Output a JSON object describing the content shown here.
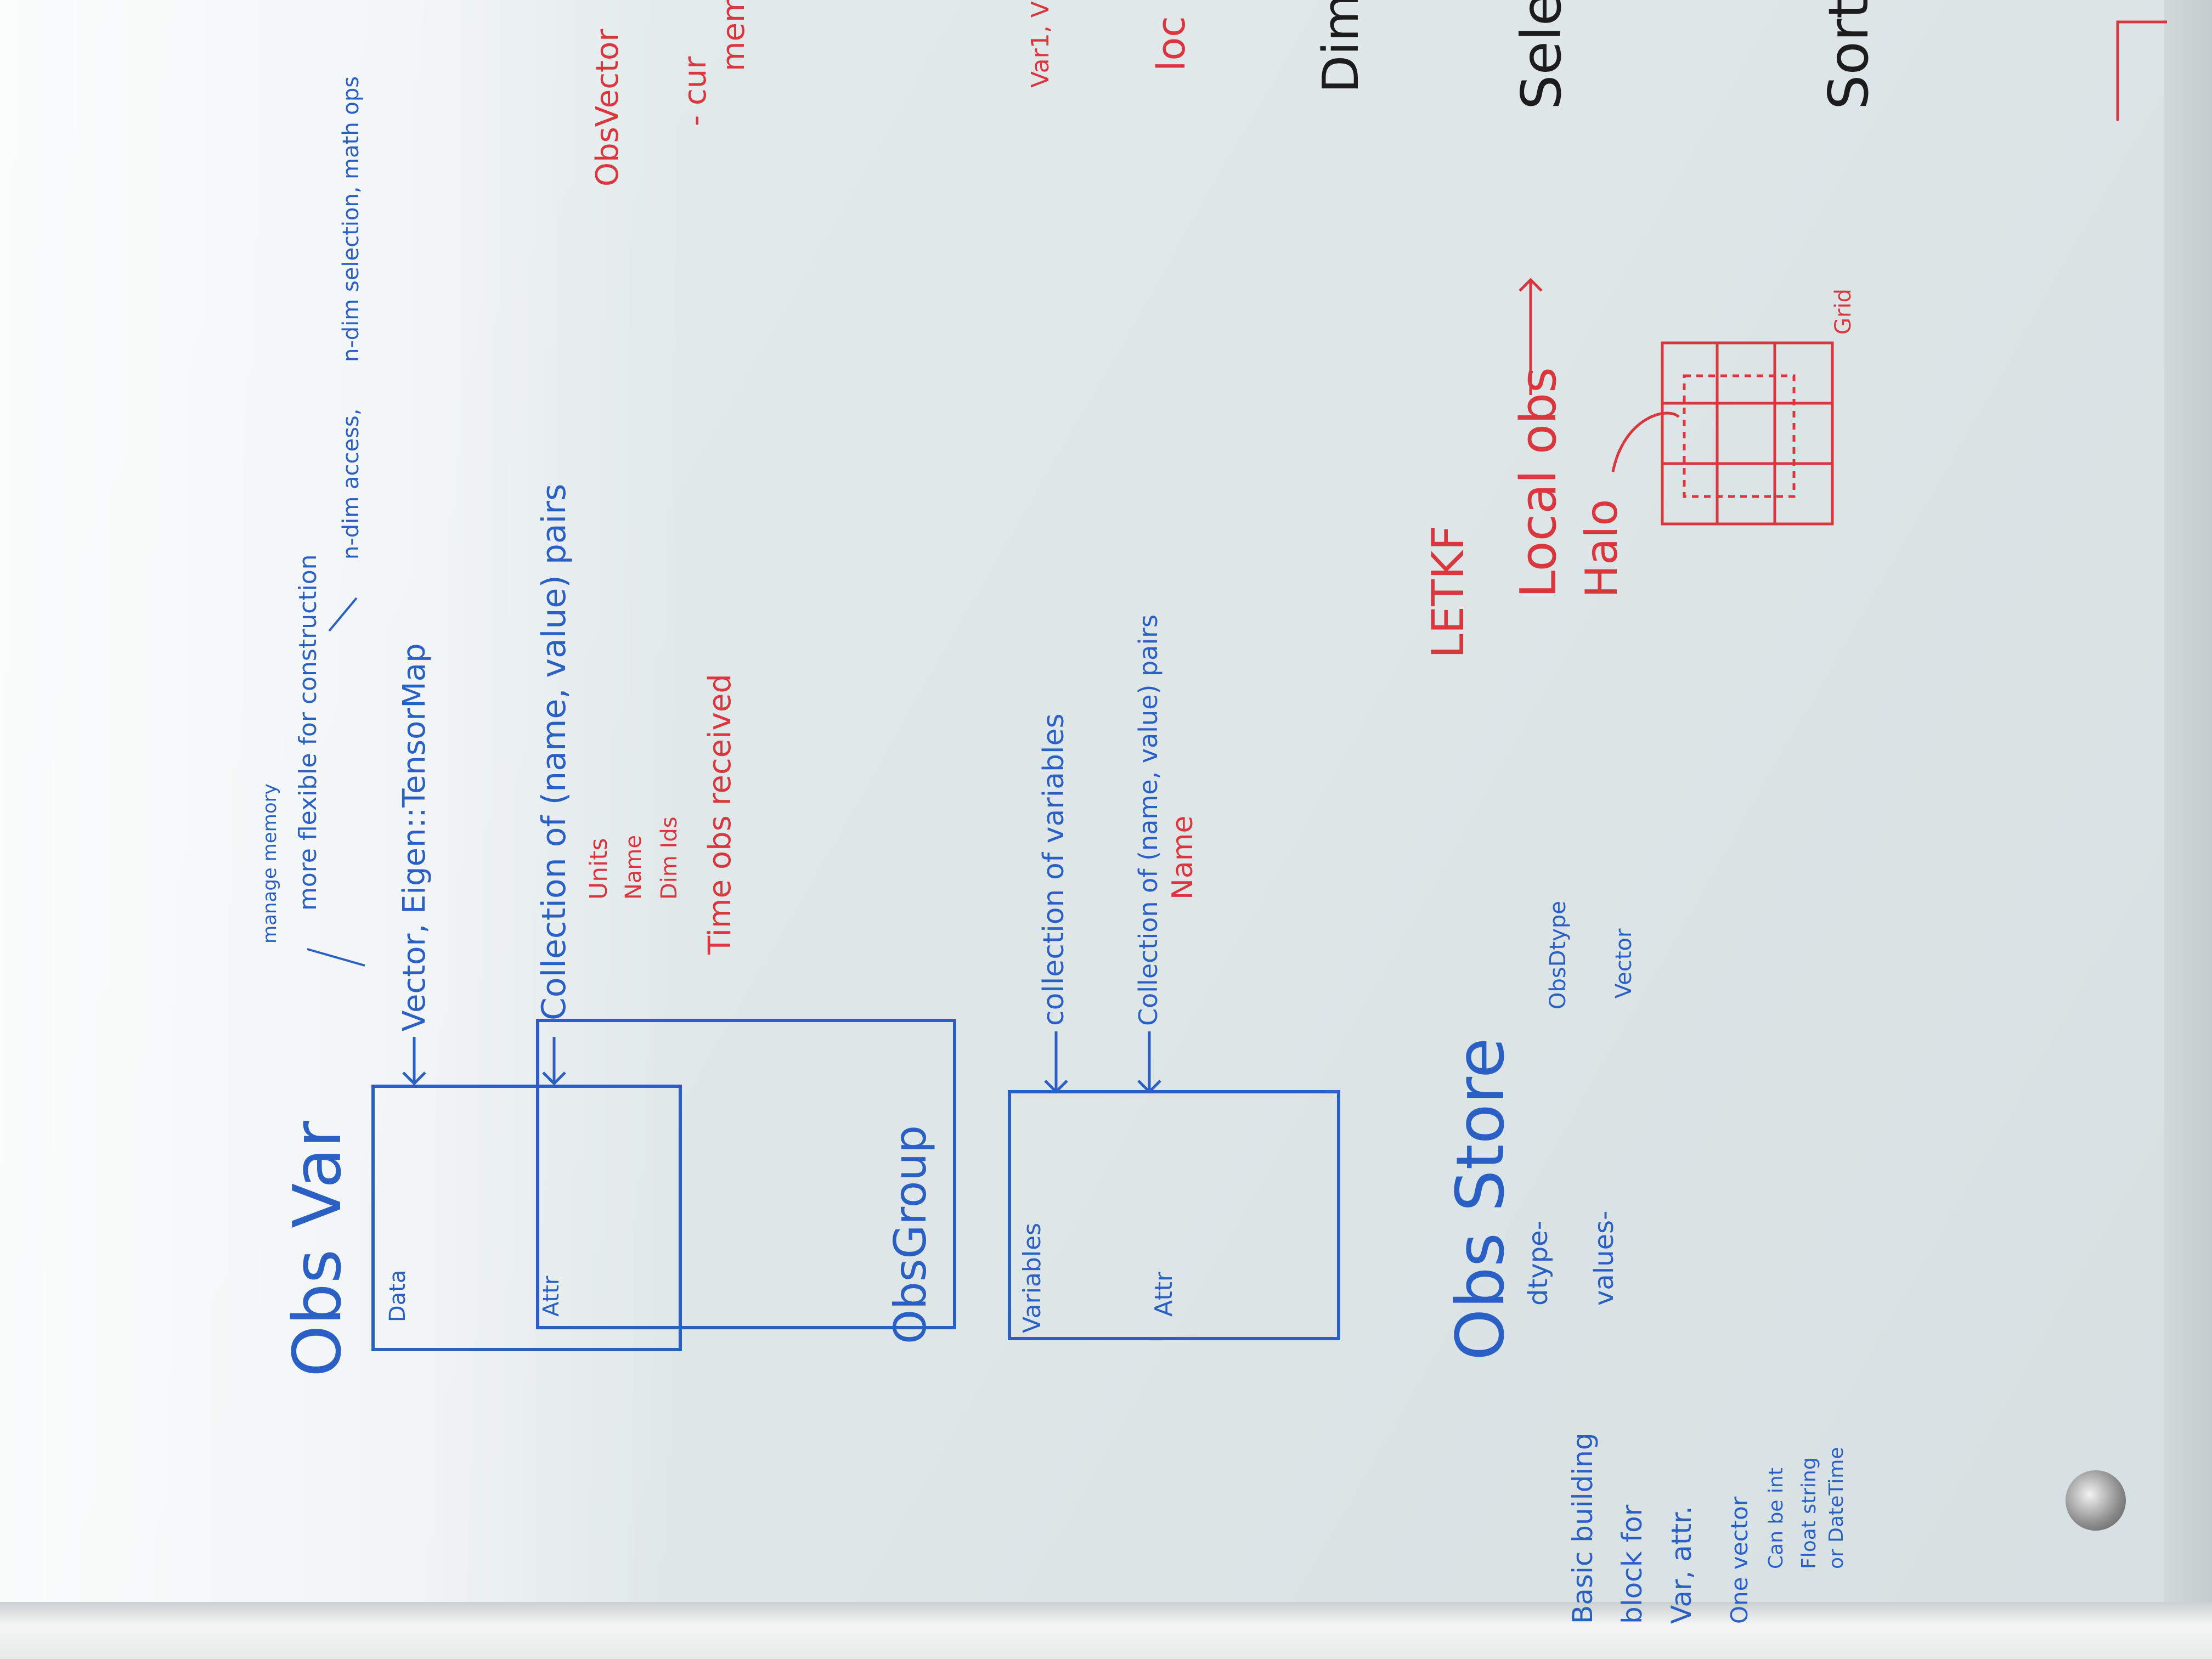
{
  "obsvar": {
    "title": "Obs Var",
    "field_data": "Data",
    "field_attr": "Attr",
    "data_desc": "Vector, Eigen::TensorMap",
    "note_manage": "manage memory",
    "note_more_flexible": "more flexible for construction",
    "note_ndim_access": "n-dim access,",
    "note_ndim_selection": "n-dim selection, math ops",
    "attr_desc": "Collection of (name, value) pairs",
    "attr_examples": [
      "Units",
      "Name",
      "Dim Ids",
      "Time obs received"
    ]
  },
  "obsgroup": {
    "title": "ObsGroup",
    "field_variables": "Variables",
    "field_attr": "Attr",
    "variables_desc": "collection of variables",
    "attr_desc": "Collection of (name, value) pairs",
    "attr_example": "Name"
  },
  "obsstore": {
    "title": "Obs Store",
    "field_dtype": "dtype-",
    "field_values": "values-",
    "dtype_desc": "ObsDtype",
    "values_desc": "Vector",
    "note_lines": [
      "Basic building",
      "block for",
      "Var, attr.",
      "One vector",
      "Can be int",
      "Float string",
      "or DateTime"
    ]
  },
  "letkf": {
    "title": "LETKF",
    "local_obs": "Local obs",
    "halo": "Halo",
    "grid": "Grid",
    "select": "Sele",
    "sort": "Sort",
    "dim": "Dim"
  },
  "top_right": {
    "obsvector": "ObsVector",
    "cur": "- cur",
    "mem": "mem",
    "box_label": "Var1, V",
    "loc": "loc"
  },
  "colors": {
    "blue_ink": "#2a5fc4",
    "red_ink": "#d9363e",
    "black_ink": "#1c1c1c",
    "board": "#dfe7e9"
  }
}
